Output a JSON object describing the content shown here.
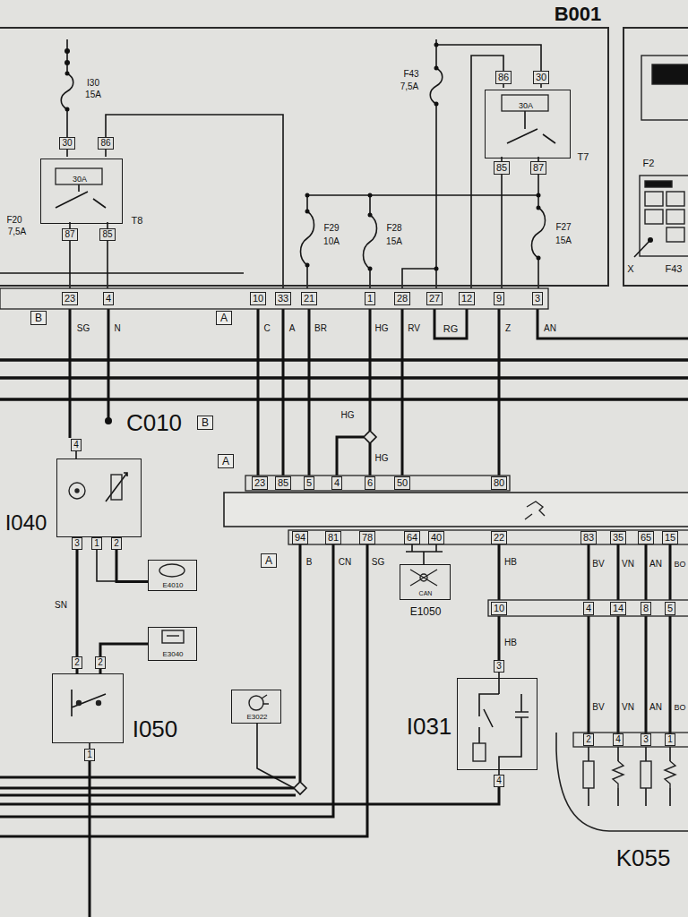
{
  "diagram": {
    "nodes": [
      {
        "text": [
          "B001"
        ]
      },
      {
        "text": [
          "30A",
          "T8"
        ],
        "in": 0
      },
      {
        "text": [
          "30A",
          "T7"
        ],
        "in": 0
      },
      {
        "text": [
          "I040"
        ]
      },
      {
        "text": [
          "E4010"
        ]
      },
      {
        "text": [
          "E3040"
        ]
      },
      {
        "text": [
          "I050"
        ]
      },
      {
        "text": [
          "E3022"
        ]
      },
      {
        "text": [
          "CAN",
          "E1050"
        ]
      },
      {
        "text": [
          "I031"
        ]
      },
      {
        "text": [
          "K055"
        ]
      },
      {
        "text": [
          "F2",
          "X",
          "F43"
        ]
      }
    ],
    "edges": [
      {
        "from": 3,
        "to": 6,
        "arrow": "none",
        "label": "SN"
      },
      {
        "from": 3,
        "to": 4,
        "arrow": "none"
      },
      {
        "from": 6,
        "to": 5,
        "arrow": "none"
      }
    ],
    "labels": [
      "I30",
      "15A",
      "30",
      "86",
      "87",
      "85",
      "F20",
      "7,5A",
      "F43",
      "7,5A",
      "86",
      "30",
      "85",
      "87",
      "F29",
      "10A",
      "F28",
      "15A",
      "F27",
      "15A",
      "23",
      "4",
      "10",
      "33",
      "21",
      "1",
      "28",
      "27",
      "12",
      "9",
      "3",
      "B",
      "A",
      "SG",
      "N",
      "C",
      "A",
      "BR",
      "HG",
      "RV",
      "RG",
      "Z",
      "AN",
      "C010",
      "B",
      "HG",
      "HG",
      "A",
      "23",
      "85",
      "5",
      "4",
      "6",
      "50",
      "80",
      "94",
      "81",
      "78",
      "64",
      "40",
      "22",
      "83",
      "35",
      "65",
      "15",
      "A",
      "B",
      "CN",
      "SG",
      "HB",
      "BV",
      "VN",
      "AN",
      "BO",
      "10",
      "4",
      "14",
      "8",
      "5",
      "HB",
      "3",
      "4",
      "BV",
      "VN",
      "AN",
      "BO",
      "2",
      "4",
      "3",
      "1",
      "4",
      "3",
      "1",
      "2",
      "2",
      "2",
      "1"
    ]
  }
}
